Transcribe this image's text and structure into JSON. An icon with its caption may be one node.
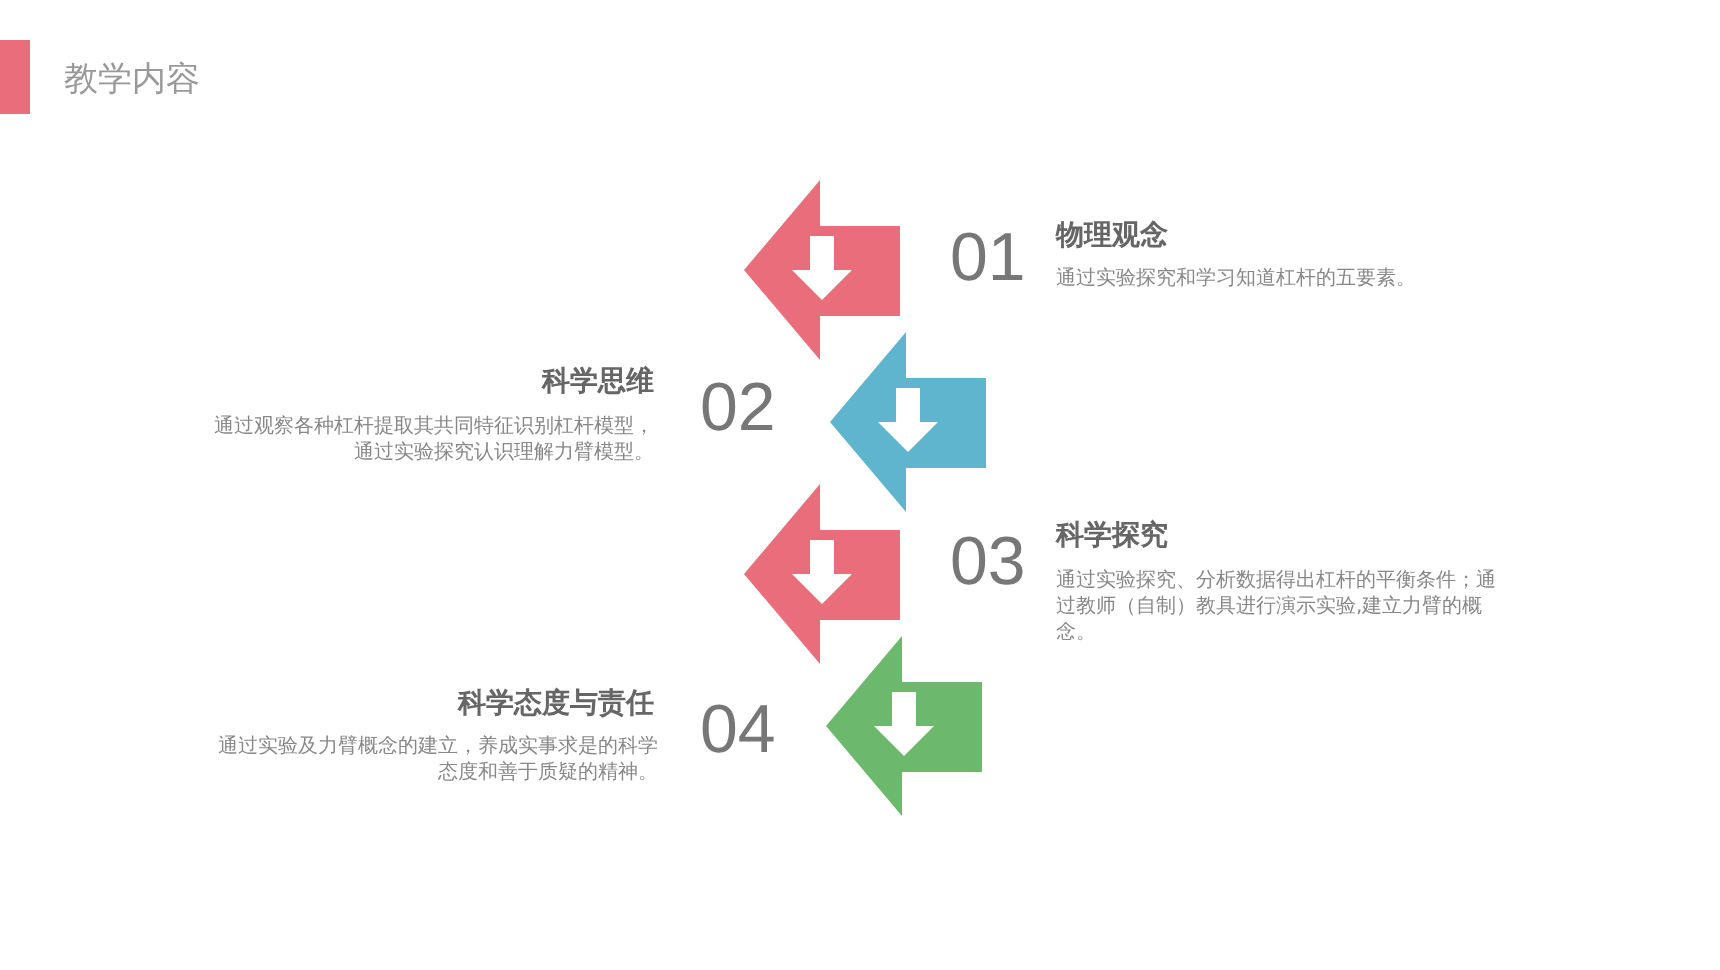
{
  "diagram": {
    "title": "教学内容",
    "labels": [
      "01",
      "物理观念",
      "通过实验探究和学习知道杠杆的五要素。",
      "科学思维",
      "通过观察各种杠杆提取其共同特征识别杠杆模型，通过实验探究认识理解力臂模型。",
      "02",
      "03",
      "科学探究",
      "通过实验探究、分析数据得出杠杆的平衡条件；通过教师（自制）教具进行演示实验,建立力臂的概念。",
      "科学态度与责任",
      "通过实验及力臂概念的建立，养成实事求是的科学态度和善于质疑的精神。",
      "04"
    ]
  }
}
